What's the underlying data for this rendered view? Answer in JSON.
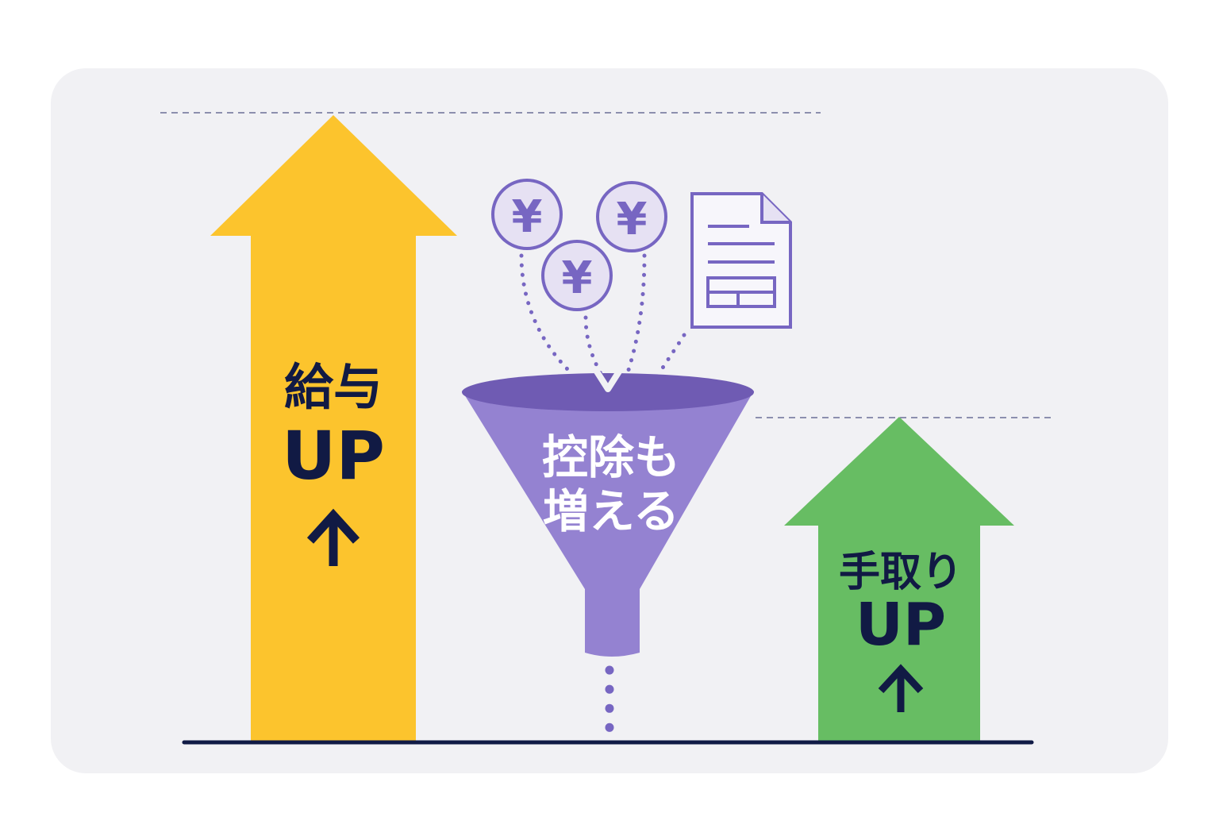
{
  "colors": {
    "card_background": "#f1f1f4",
    "salary_arrow": "#fcc42d",
    "takehome_arrow": "#67bd63",
    "funnel": "#9482d1",
    "funnel_rim": "#6f5bb3",
    "accent_purple": "#7766c2",
    "navy_text": "#111a44",
    "white_text": "#ffffff",
    "guide_line": "#8c8fae",
    "baseline": "#101a45"
  },
  "salary": {
    "line1": "給与",
    "line2": "UP",
    "arrow_glyph": "↑"
  },
  "deduction": {
    "line1": "控除も",
    "line2": "増える",
    "coin_symbol": "¥",
    "document_icon": "document-icon"
  },
  "takehome": {
    "line1": "手取り",
    "line2": "UP",
    "arrow_glyph": "↑"
  }
}
